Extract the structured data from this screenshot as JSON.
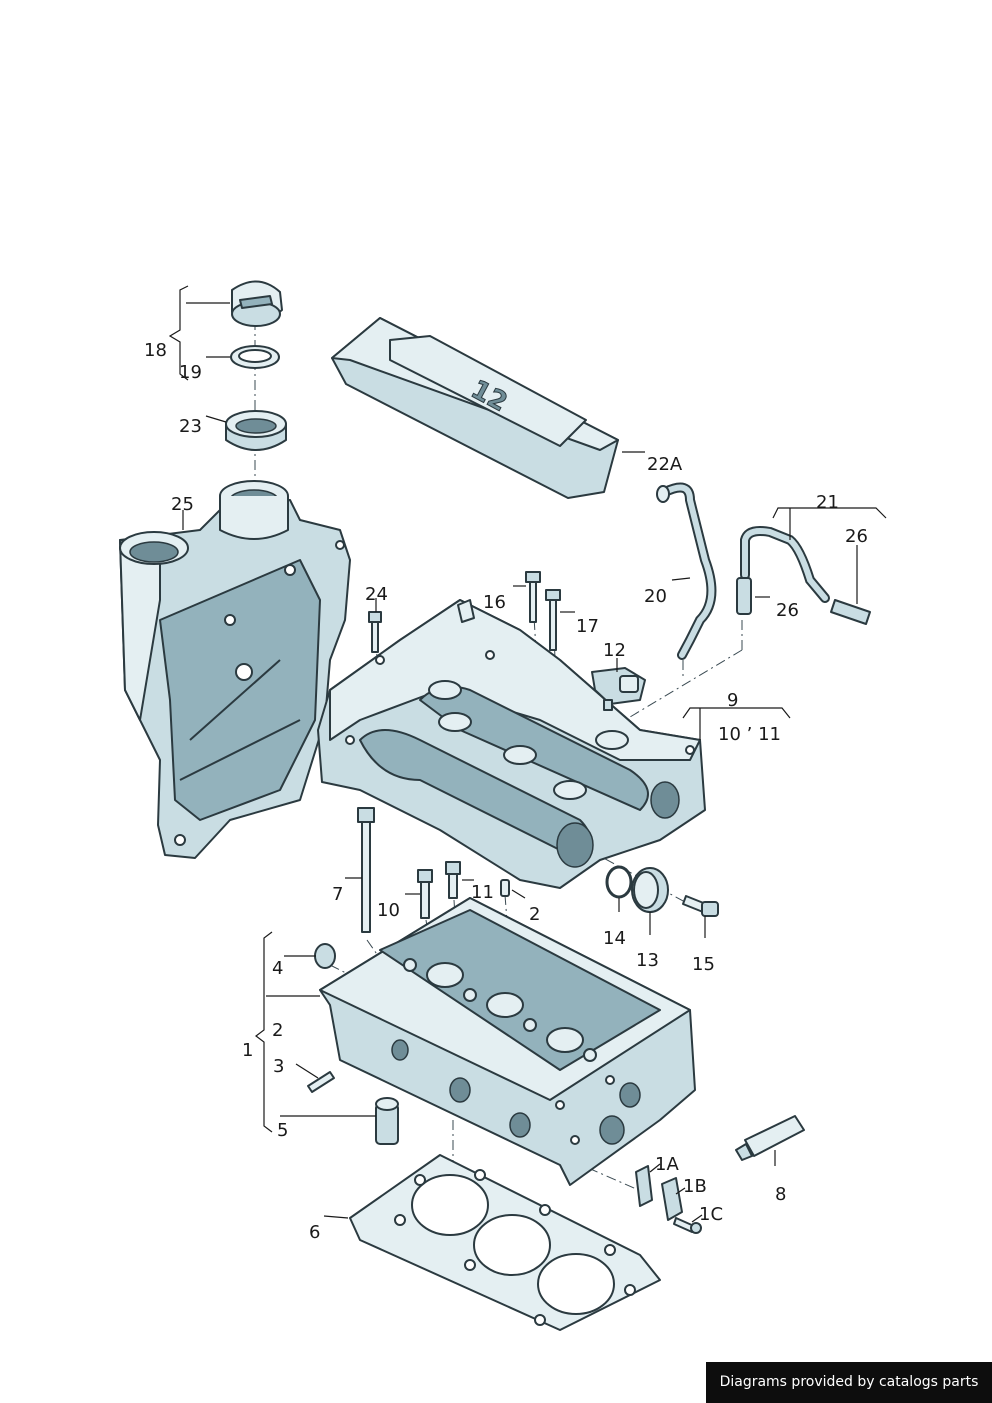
{
  "diagram": {
    "labels": {
      "p18": "18",
      "p19": "19",
      "p23": "23",
      "p22A": "22A",
      "p25": "25",
      "p21": "21",
      "p26a": "26",
      "p26b": "26",
      "p20": "20",
      "p24": "24",
      "p16": "16",
      "p17": "17",
      "p12": "12",
      "p9": "9",
      "p10_11": "10 ’ 11",
      "p7": "7",
      "p10": "10",
      "p11": "11",
      "p2a": "2",
      "p14": "14",
      "p13": "13",
      "p15": "15",
      "p4": "4",
      "p2b": "2",
      "p1": "1",
      "p3": "3",
      "p5": "5",
      "p6": "6",
      "p1A": "1A",
      "p1B": "1B",
      "p1C": "1C",
      "p8": "8"
    },
    "cover_marking": "12"
  },
  "credit": "Diagrams provided by catalogs parts"
}
